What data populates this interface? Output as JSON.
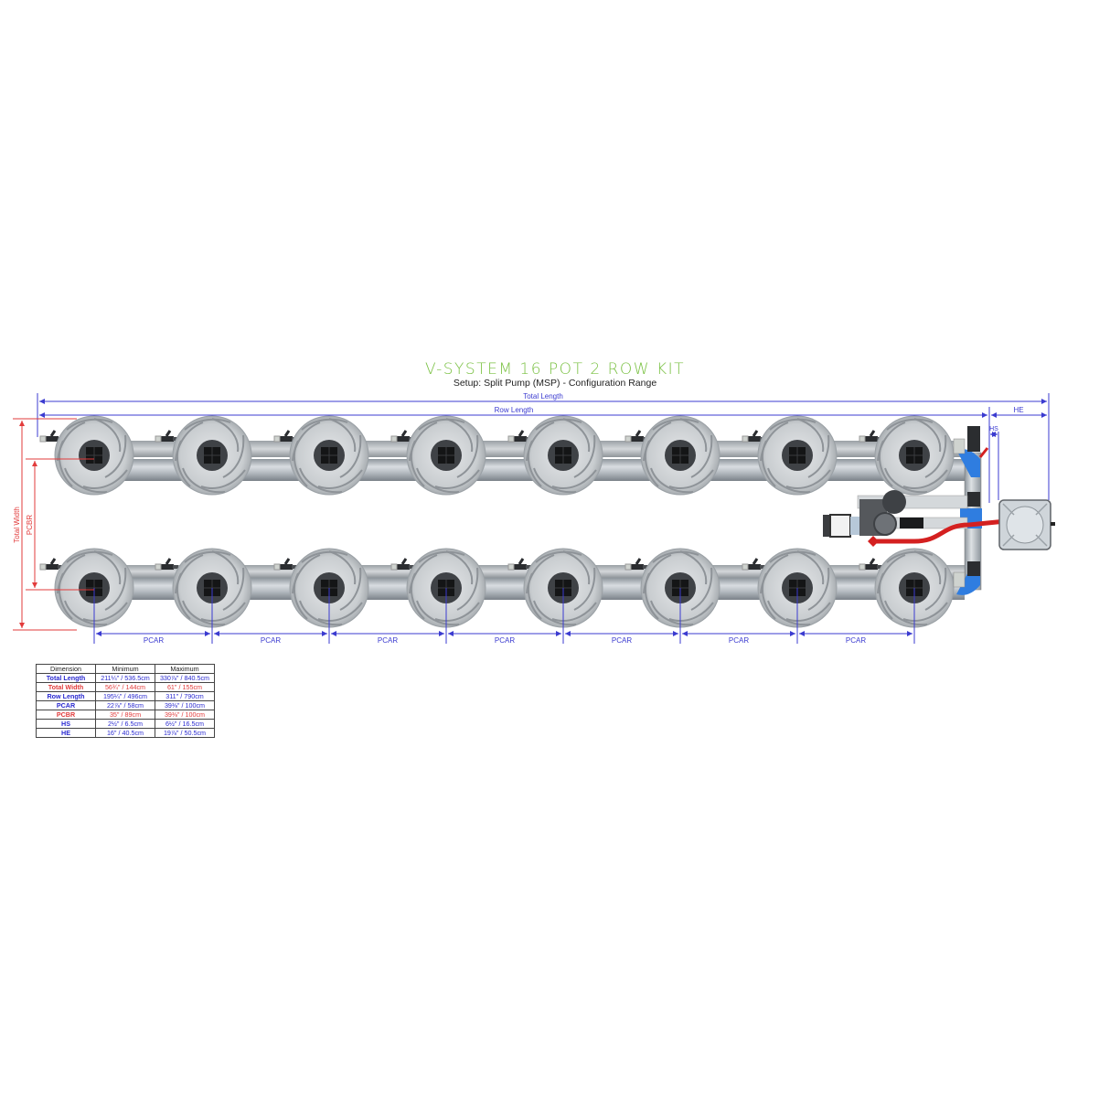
{
  "header": {
    "title": "V-SYSTEM 16 POT 2 ROW KIT",
    "subtitle": "Setup: Split Pump (MSP) - Configuration Range"
  },
  "dimension_labels": {
    "total_length": "Total Length",
    "row_length": "Row Length",
    "he": "HE",
    "hs": "HS",
    "total_width": "Total Width",
    "pcbr": "PCBR",
    "pcar": "PCAR"
  },
  "layout": {
    "rows": 2,
    "pots_per_row": 8,
    "pcar_count": 7
  },
  "colors": {
    "title_green": "#7ac143",
    "dimension_blue": "#3b3bd0",
    "dimension_red": "#e23b3b",
    "hose_red": "#d42020",
    "fitting_blue": "#2f7de0"
  },
  "table": {
    "headers": [
      "Dimension",
      "Minimum",
      "Maximum"
    ],
    "rows": [
      {
        "dimension": "Total Length",
        "minimum": "211¼\" / 536.5cm",
        "maximum": "330⅞\" / 840.5cm",
        "color": "blue"
      },
      {
        "dimension": "Total Width",
        "minimum": "56¾\" / 144cm",
        "maximum": "61\" / 155cm",
        "color": "red"
      },
      {
        "dimension": "Row Length",
        "minimum": "195¼\" / 496cm",
        "maximum": "311\" / 790cm",
        "color": "blue"
      },
      {
        "dimension": "PCAR",
        "minimum": "22⅞\" / 58cm",
        "maximum": "39⅜\" / 100cm",
        "color": "blue"
      },
      {
        "dimension": "PCBR",
        "minimum": "35\" / 89cm",
        "maximum": "39⅜\" / 100cm",
        "color": "red"
      },
      {
        "dimension": "HS",
        "minimum": "2½\" / 6.5cm",
        "maximum": "6½\" / 16.5cm",
        "color": "blue"
      },
      {
        "dimension": "HE",
        "minimum": "16\" / 40.5cm",
        "maximum": "19⅞\" / 50.5cm",
        "color": "blue"
      }
    ]
  }
}
